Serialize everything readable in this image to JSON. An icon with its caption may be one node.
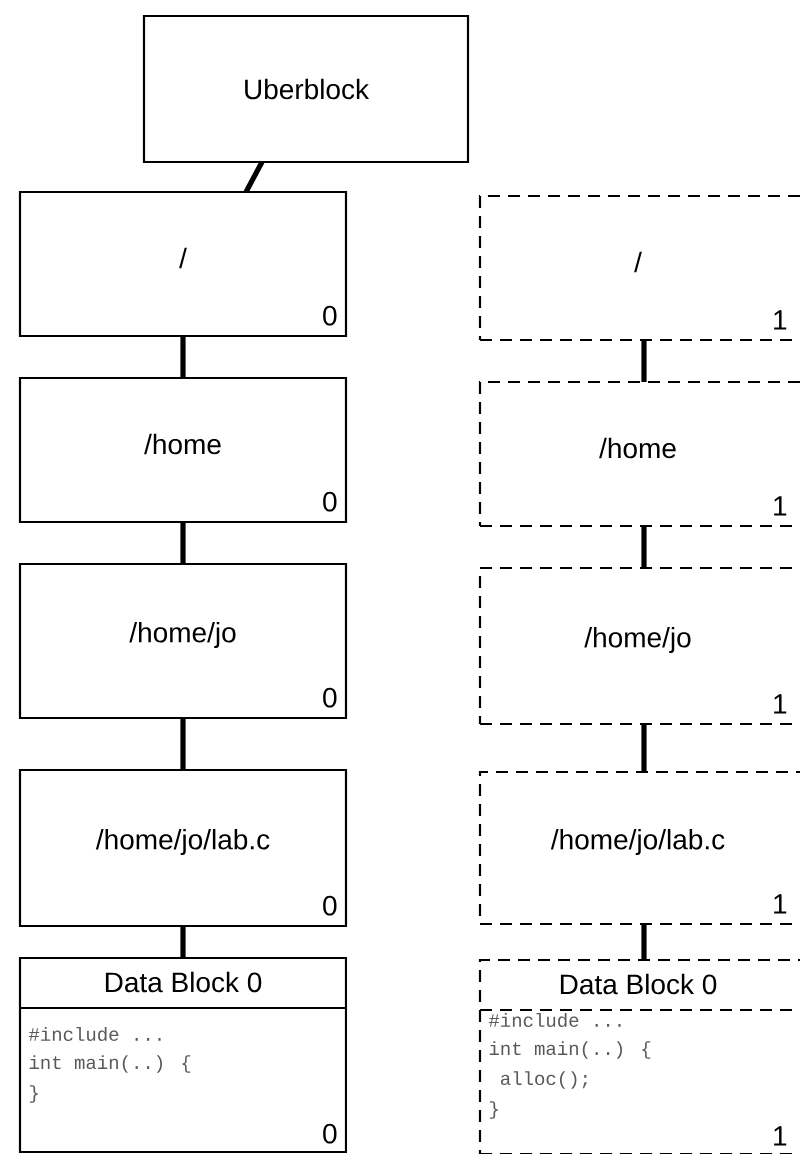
{
  "diagram": {
    "nodes": [
      {
        "text": [
          "Uberblock"
        ]
      },
      {
        "text": [
          "/",
          "0"
        ]
      },
      {
        "text": [
          "/",
          "1"
        ]
      },
      {
        "text": [
          "/home",
          "0"
        ]
      },
      {
        "text": [
          "/home",
          "1"
        ]
      },
      {
        "text": [
          "/home/jo",
          "0"
        ]
      },
      {
        "text": [
          "/home/jo",
          "1"
        ]
      },
      {
        "text": [
          "/home/jo/lab.c",
          "0"
        ]
      },
      {
        "text": [
          "/home/jo/lab.c",
          "1"
        ]
      },
      {
        "text": [
          "Data Block 0",
          "#include ...",
          "int main(..) {",
          "}",
          "0"
        ]
      },
      {
        "text": [
          "Data Block 0",
          "#include ...",
          "int main(..) {",
          "  alloc();",
          "}",
          "1"
        ]
      }
    ],
    "edges": [
      {
        "from": 0,
        "to": 1,
        "arrow": "none"
      },
      {
        "from": 1,
        "to": 3,
        "arrow": "none"
      },
      {
        "from": 3,
        "to": 5,
        "arrow": "none"
      },
      {
        "from": 5,
        "to": 7,
        "arrow": "none"
      },
      {
        "from": 7,
        "to": 9,
        "arrow": "none"
      },
      {
        "from": 2,
        "to": 4,
        "arrow": "none"
      },
      {
        "from": 4,
        "to": 6,
        "arrow": "none"
      },
      {
        "from": 6,
        "to": 8,
        "arrow": "none"
      },
      {
        "from": 8,
        "to": 10,
        "arrow": "none"
      }
    ]
  }
}
